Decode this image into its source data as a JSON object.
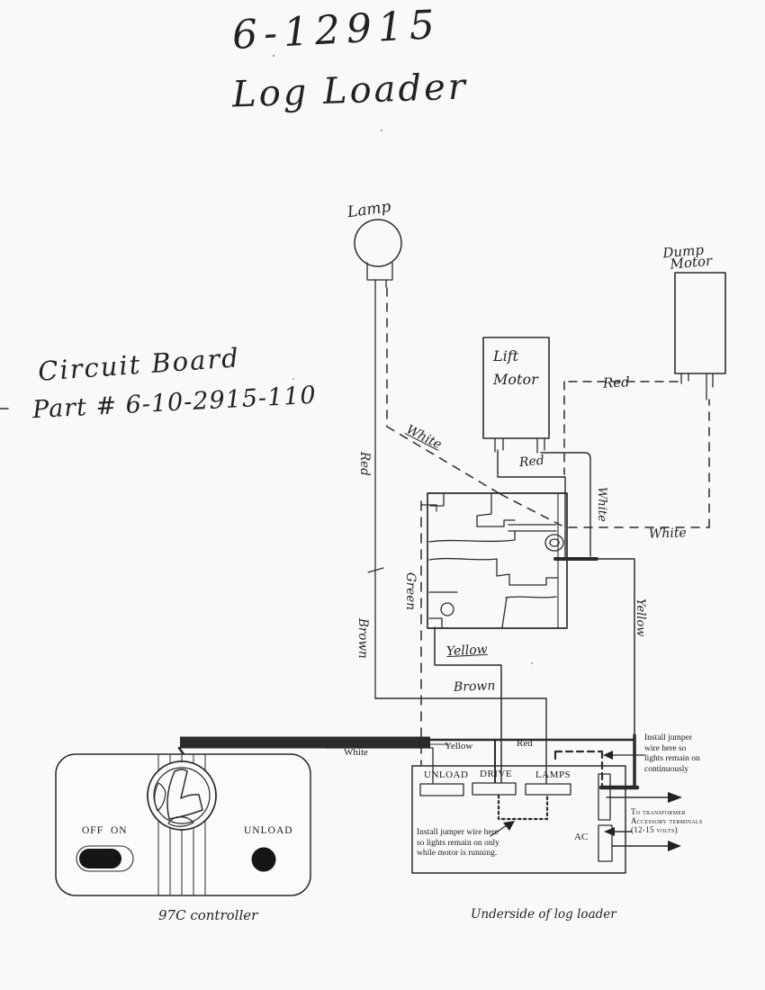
{
  "title": {
    "line1": "6-12915",
    "line2": "Log Loader"
  },
  "board_note": {
    "line1": "Circuit Board",
    "line2": "Part # 6-10-2915-110"
  },
  "lamp": {
    "label": "Lamp"
  },
  "dump_motor": {
    "line1": "Dump",
    "line2": "Motor"
  },
  "lift_motor": {
    "line1": "Lift",
    "line2": "Motor"
  },
  "wires": {
    "white_lamp": "White",
    "red_lamp": "Red",
    "green": "Green",
    "brown_vertical": "Brown",
    "white_board_right": "White",
    "yellow_right": "Yellow",
    "red_lift": "Red",
    "red_dump": "Red",
    "white_dump": "White",
    "yellow_board": "Yellow",
    "brown_horizontal": "Brown",
    "white_cable": "White",
    "yellow_cable": "Yellow",
    "red_terminal": "Red"
  },
  "controller": {
    "off": "OFF",
    "on": "ON",
    "unload": "UNLOAD",
    "caption": "97C controller"
  },
  "terminal_board": {
    "unload": "UNLOAD",
    "drive": "DRIVE",
    "lamps": "LAMPS",
    "ac": "AC",
    "caption": "Underside of log loader"
  },
  "annotations": {
    "jumper_continuous": "Install jumper wire here so lights remain on continuously",
    "jumper_motor_running": "Install jumper wire here so lights remain on only while motor is running.",
    "transformer_line1": "To transformer",
    "transformer_line2": "Accessory terminals",
    "transformer_line3": "(12-15 volts)"
  }
}
